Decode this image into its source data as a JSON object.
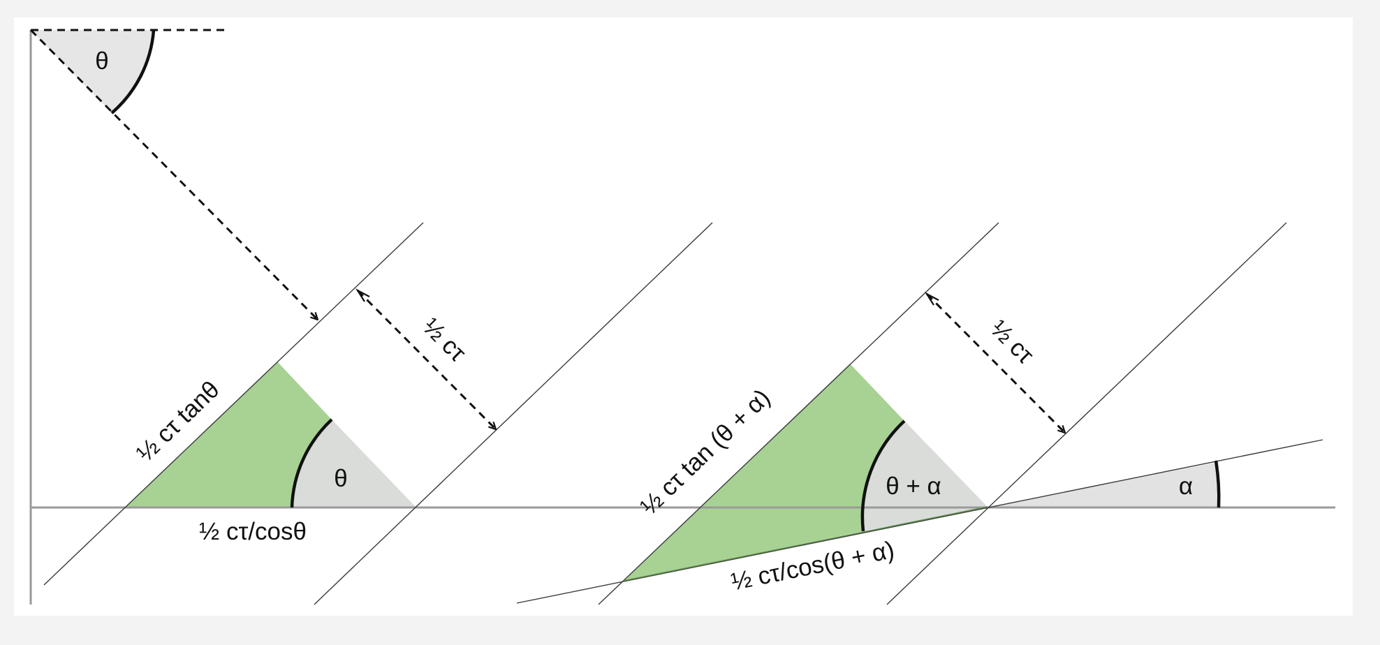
{
  "colors": {
    "page_background": "#f3f3f3",
    "canvas_background": "#ffffff",
    "green_triangle": "#a8d293",
    "gray_wedge": "#dcdcdc",
    "thin_lines": "#3a3a3a",
    "axes": "#9a9a9a",
    "ink": "#111111"
  },
  "labels": {
    "theta_top": "θ",
    "theta_left": "θ",
    "half_ct_left": "½ cτ",
    "half_ct_tan_theta": "½ cτ tanθ",
    "half_ct_over_cos_theta": "½ cτ/cosθ",
    "theta_plus_alpha": "θ + α",
    "half_ct_right": "½ cτ",
    "half_ct_tan_theta_alpha": "½ cτ tan (θ + α)",
    "half_ct_over_cos_theta_alpha": "½ cτ/cos(θ + α)",
    "alpha": "α"
  }
}
